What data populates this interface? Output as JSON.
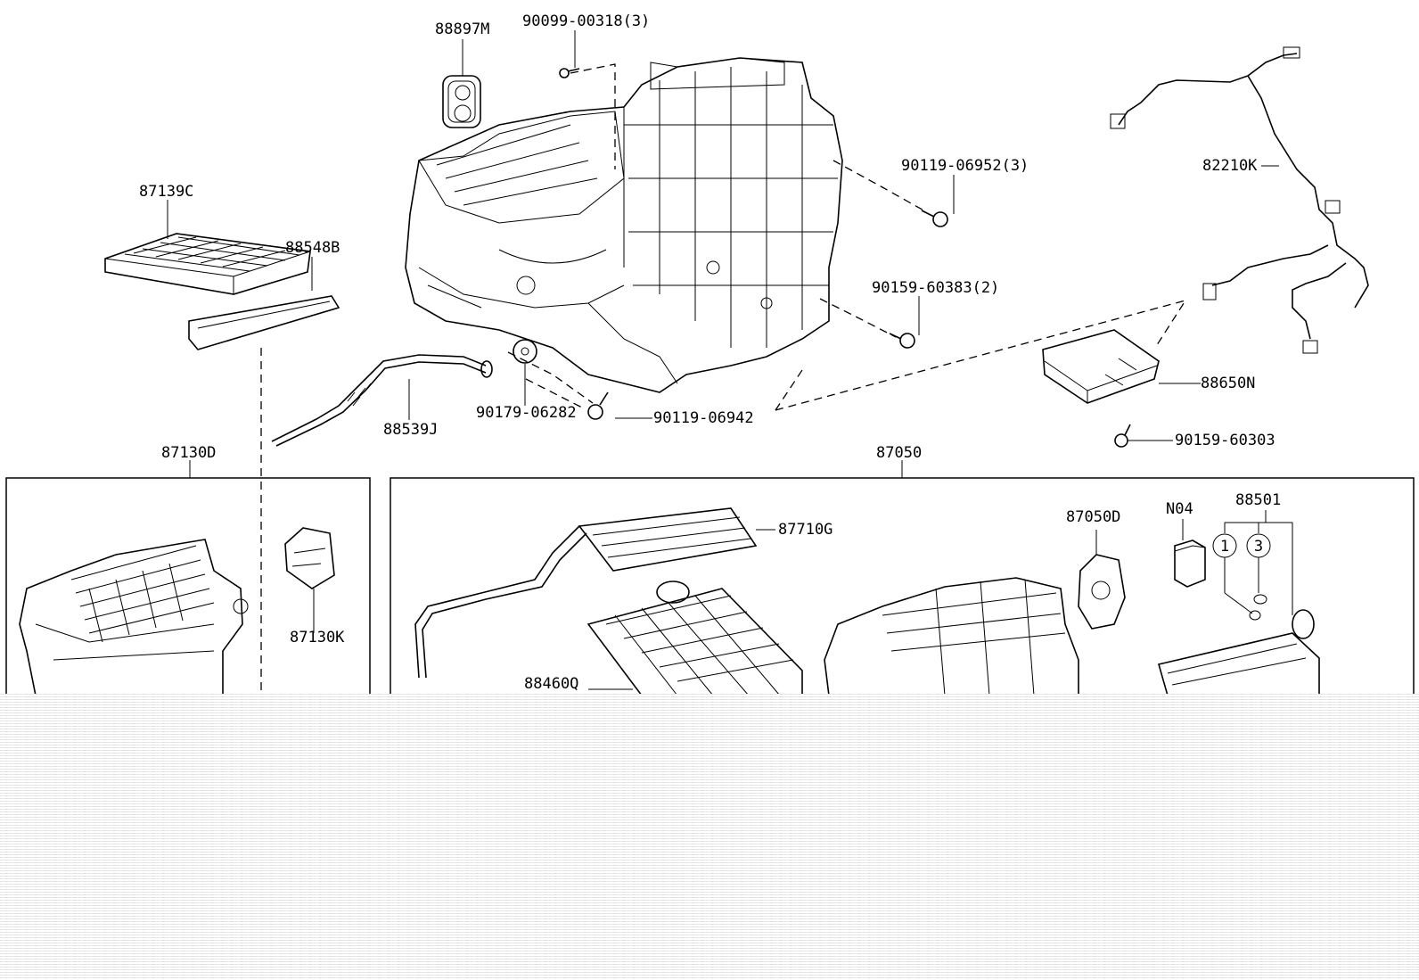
{
  "labels": {
    "p88897M": "88897M",
    "p90099": "90099-00318(3)",
    "p87139C": "87139C",
    "p88548B": "88548B",
    "p90119_06952": "90119-06952(3)",
    "p82210K": "82210K",
    "p90159_60383": "90159-60383(2)",
    "p88650N": "88650N",
    "p90179": "90179-06282",
    "p90119_06942": "90119-06942",
    "p88539J": "88539J",
    "p90159_60303": "90159-60303",
    "p87130D": "87130D",
    "p87050": "87050",
    "p87130K": "87130K",
    "p87710G": "87710G",
    "p87050D": "87050D",
    "pN04": "N04",
    "p88501": "88501",
    "p88460Q": "88460Q"
  },
  "callouts": {
    "c1": "1",
    "c3": "3"
  }
}
